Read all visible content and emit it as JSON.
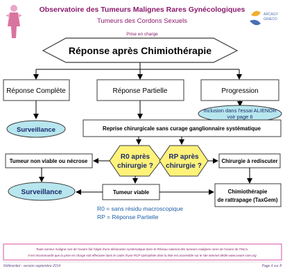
{
  "header": {
    "title": "Observatoire des Tumeurs Malignes Rares Gynécologiques",
    "subtitle": "Tumeurs des Cordons Sexuels",
    "section": "Prise en charge",
    "logo_text_1": "ARCAGY",
    "logo_text_2": "GINECO"
  },
  "flow": {
    "top_hexagon": "Réponse après Chimiothérapie",
    "response_complete": "Réponse Complète",
    "response_partial": "Réponse Partielle",
    "progression": "Progression",
    "inclusion_line1": "Inclusion dans l'essai ALIENOR",
    "inclusion_line2": "voir page 6",
    "surveillance_top": "Surveillance",
    "reprise": "Reprise chirurgicale sans curage ganglionnaire systématique",
    "tumeur_non_viable": "Tumeur non viable ou nécrose",
    "r0_line1": "R0 après",
    "r0_line2": "chirurgie ?",
    "rp_line1": "RP après",
    "rp_line2": "chirurgie ?",
    "chirurgie_rediscuter": "Chirurgie à rediscuter",
    "surveillance_bottom": "Surveillance",
    "tumeur_viable": "Tumeur viable",
    "chimio_line1": "Chimiothérapie",
    "chimio_line2": "de rattrapage (TaxGem)",
    "legend_r0": "R0 = sans résidu macroscopique",
    "legend_rp": "RP = Réponse Partielle"
  },
  "footer": {
    "note_line1": "Toute tumeur maligne rare de l'ovaire fait l'objet d'une déclaration systématique dans le Réseau national des tumeurs malignes rares de l'ovaire de l'INCa.",
    "note_line2": "Il est recommandé que la prise en charge soit effectuée dans le cadre d'une RCP spécialisée dont la liste est accessible sur le site internet dédié www.ovaire-rare.org",
    "version": "Référentiel - version septembre 2014",
    "page": "Page 4 sur 8"
  },
  "colors": {
    "title_purple": "#8b1a6b",
    "box_border": "#3a3a3a",
    "ellipse_fill": "#b7e6ee",
    "diamond_fill": "#fff27a",
    "footer_border": "#d94fa0",
    "legend_blue": "#1f5fa8"
  },
  "icons": {
    "left_logo": "pink-figure-logo",
    "right_logo": "arcagy-gineco-logo"
  }
}
